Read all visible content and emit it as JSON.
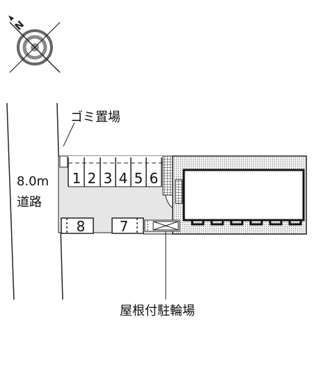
{
  "labels": {
    "garbage": "ゴミ置場",
    "road_width": "8.0m",
    "road": "道路",
    "bike_parking": "屋根付駐輪場"
  },
  "compass": {
    "north_letter": "N"
  },
  "spaces": [
    "1",
    "2",
    "3",
    "4",
    "5",
    "6",
    "7",
    "8"
  ],
  "colors": {
    "lot": "#e6e6e6",
    "line": "#1a1a1a",
    "hatch": "#555555"
  }
}
